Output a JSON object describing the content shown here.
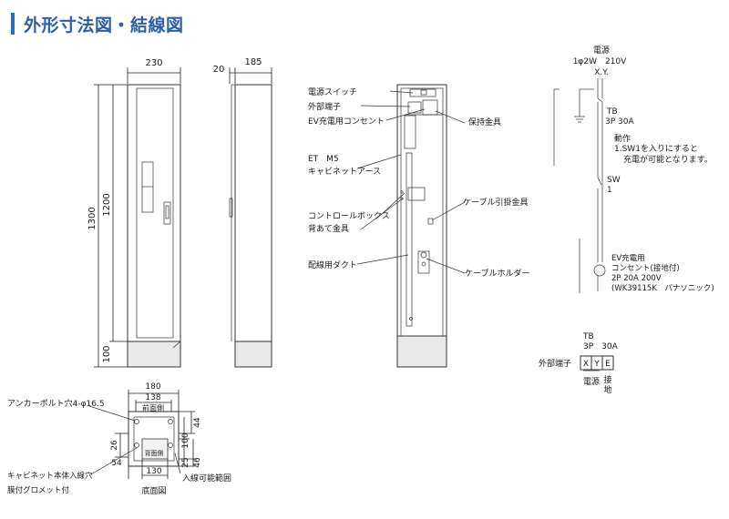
{
  "title": "外形寸法図・結線図",
  "front": {
    "width": "230",
    "height_total": "1300",
    "height_body": "1200",
    "base": "100"
  },
  "side": {
    "depth": "185",
    "offset": "20"
  },
  "internal": {
    "labels_left": [
      "電源スイッチ",
      "外部端子",
      "EV充電用コンセント",
      "ET　M5",
      "キャビネットアース",
      "コントロールボックス",
      "背あて金具",
      "配線用ダクト"
    ],
    "labels_right": [
      "保持金具",
      "ケーブル引掛金具",
      "ケーブルホルダー"
    ]
  },
  "bottom": {
    "anchor": "アンカーボルト穴4-φ16.5",
    "d180": "180",
    "d138": "138",
    "front_side": "前面側",
    "d44": "44",
    "d100": "100",
    "d26": "26",
    "back_side": "背面側",
    "d54": "54",
    "d130": "130",
    "d25": "25",
    "d46": "46",
    "entry": "入線可能範囲",
    "cab_entry_1": "キャビネット本体入線穴",
    "cab_entry_2": "膜付グロメット付",
    "caption": "底面図"
  },
  "wiring": {
    "source_title": "電源",
    "source_spec": "1φ2W　210V",
    "source_xy": "X.Y.",
    "tb": "TB",
    "tb_spec": "3P 30A",
    "op_title": "動作",
    "op_line1": "1.SW1を入りにすると",
    "op_line2": "充電が可能となります。",
    "sw": "SW",
    "sw_num": "1",
    "ev_1": "EV充電用",
    "ev_2": "コンセント(接地付)",
    "ev_3": "2P 20A 200V",
    "ev_4": "(WK39115K　パナソニック)"
  },
  "terminal": {
    "tb": "TB",
    "spec": "3P　30A",
    "label": "外部端子",
    "cells": [
      "X",
      "Y",
      "E"
    ],
    "below_1": "電源",
    "below_2": "接地"
  }
}
